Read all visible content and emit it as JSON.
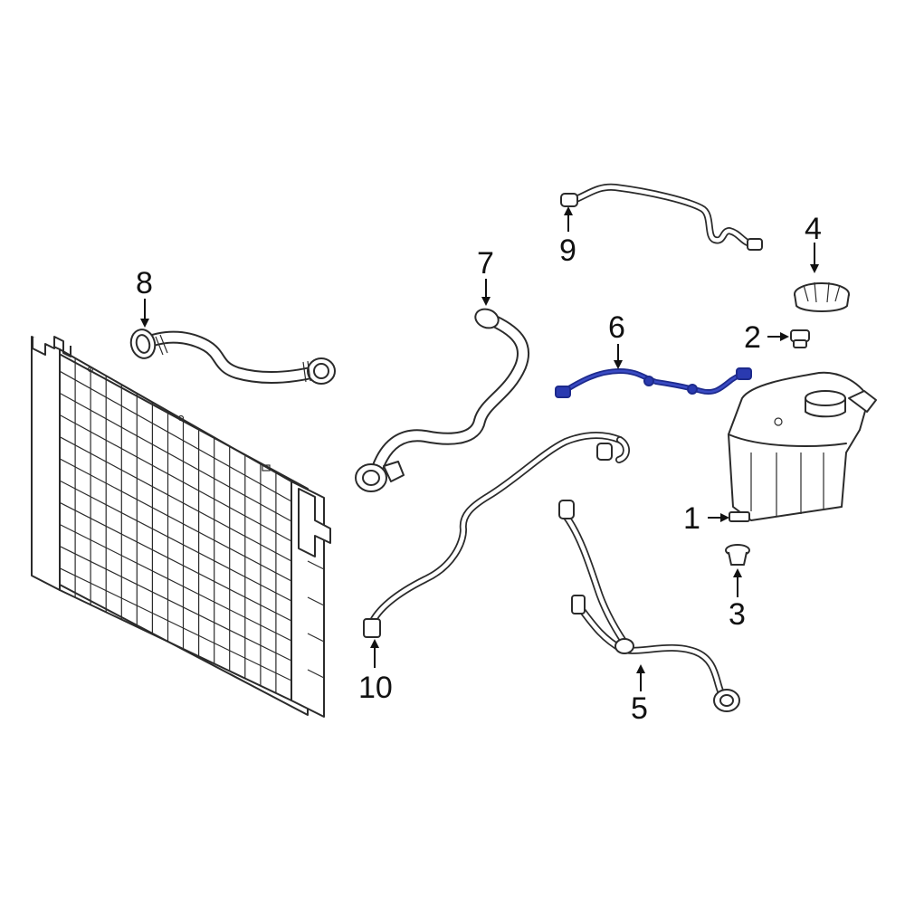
{
  "callouts": [
    {
      "id": "1",
      "label": "1"
    },
    {
      "id": "2",
      "label": "2"
    },
    {
      "id": "3",
      "label": "3"
    },
    {
      "id": "4",
      "label": "4"
    },
    {
      "id": "5",
      "label": "5"
    },
    {
      "id": "6",
      "label": "6"
    },
    {
      "id": "7",
      "label": "7"
    },
    {
      "id": "8",
      "label": "8"
    },
    {
      "id": "9",
      "label": "9"
    },
    {
      "id": "10",
      "label": "10"
    }
  ],
  "colors": {
    "line": "#2b2b2b",
    "highlight": "#1d2a8c",
    "background": "#ffffff"
  }
}
